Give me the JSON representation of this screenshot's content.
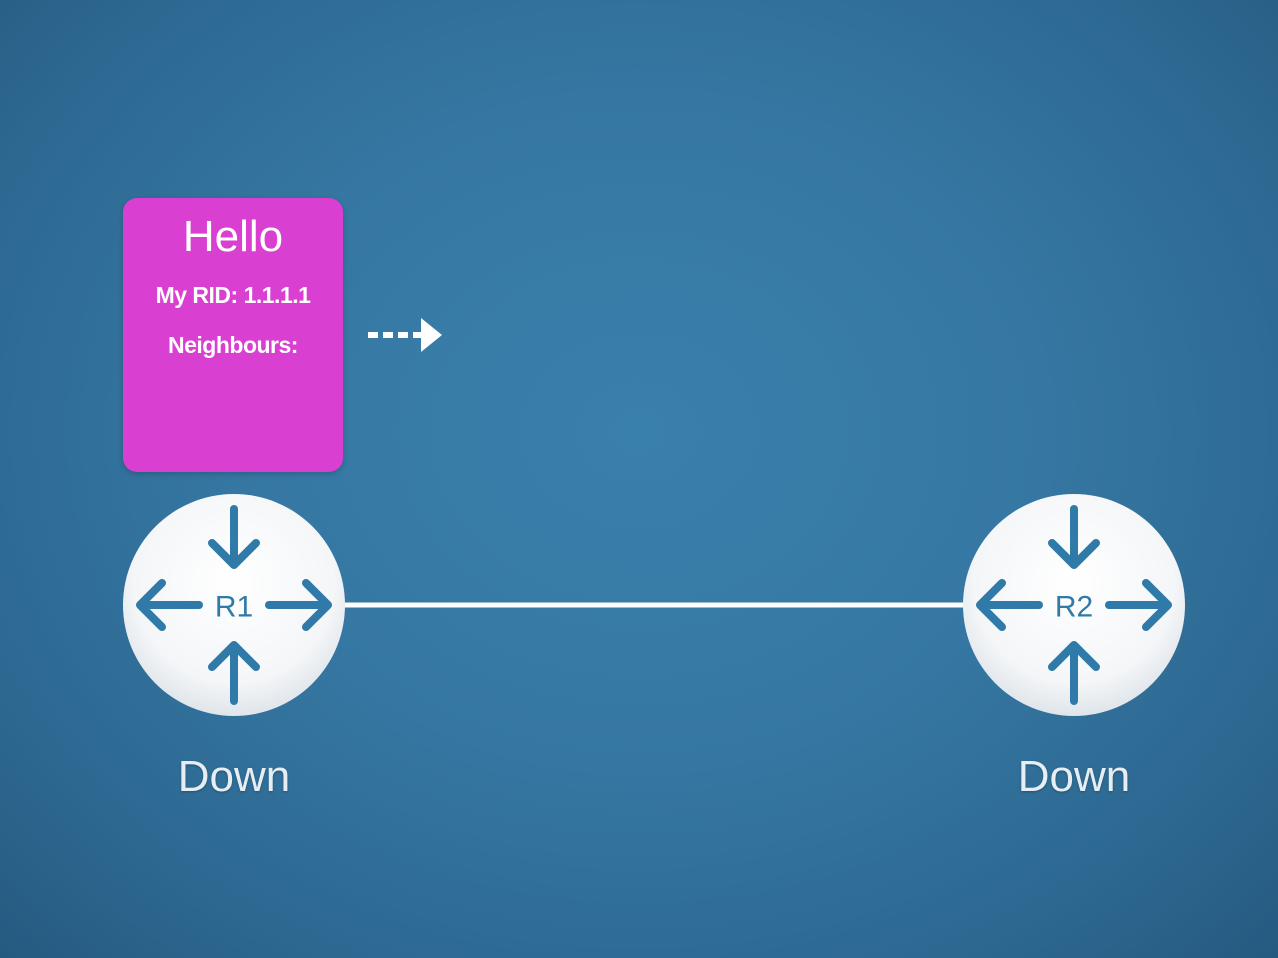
{
  "hello_packet": {
    "title": "Hello",
    "rid_line": "My RID: 1.1.1.1",
    "neighbours_line": "Neighbours:",
    "color": "#d93fd0"
  },
  "send_arrow": {
    "icon": "dashed-right-arrow-icon",
    "style": "dashed"
  },
  "routers": [
    {
      "name": "R1",
      "state": "Down",
      "icon": "router-icon"
    },
    {
      "name": "R2",
      "state": "Down",
      "icon": "router-icon"
    }
  ],
  "link": {
    "color": "#ffffff"
  },
  "colors": {
    "background": "#3577a2",
    "router_arrow": "#2f7aa8",
    "router_body": "#ffffff"
  }
}
